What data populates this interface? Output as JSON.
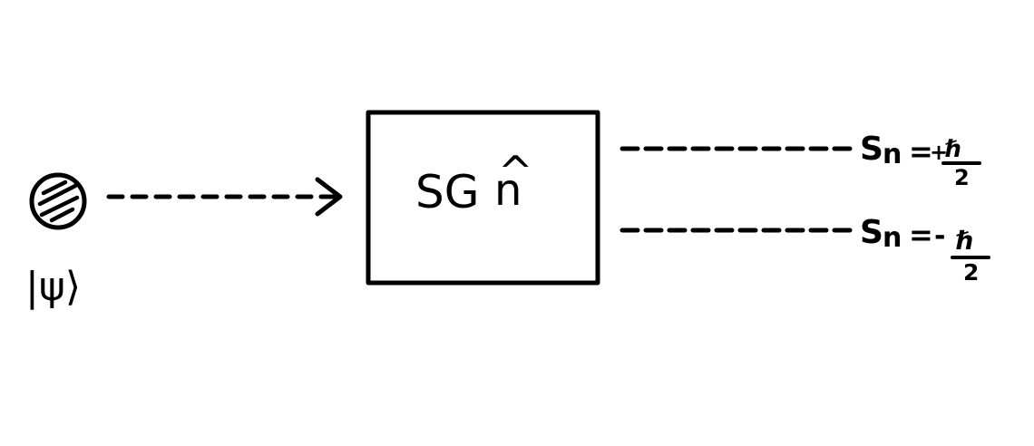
{
  "diagram": {
    "source": {
      "icon": "hatched-circle-icon",
      "state_label": "|ψ⟩"
    },
    "apparatus": {
      "name": "SG",
      "axis": "n",
      "axis_hat": "^"
    },
    "outputs": [
      {
        "spin_symbol": "S",
        "subscript": "n",
        "relation": "=",
        "sign": "+",
        "numerator": "ℏ",
        "denominator": "2"
      },
      {
        "spin_symbol": "S",
        "subscript": "n",
        "relation": "=",
        "sign": "-",
        "numerator": "ℏ",
        "denominator": "2"
      }
    ],
    "colors": {
      "ink": "#000000",
      "background": "#ffffff"
    }
  }
}
